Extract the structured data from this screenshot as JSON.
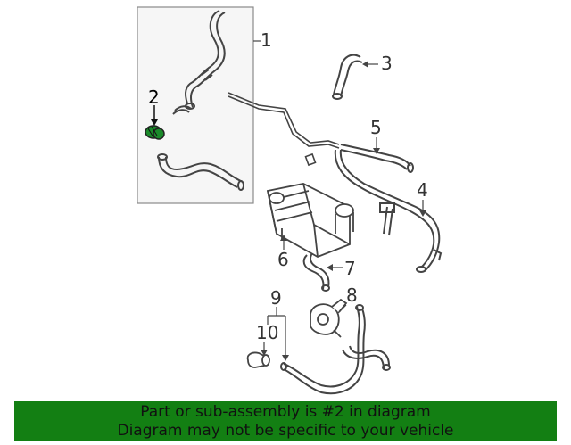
{
  "diagram": {
    "callouts": [
      "1",
      "2",
      "3",
      "4",
      "5",
      "6",
      "7",
      "8",
      "9",
      "10"
    ],
    "highlight_part": "2",
    "colors": {
      "line": "#444444",
      "box_border": "#8a8a8a",
      "box_fill": "#f6f6f6",
      "highlight": "#1a8a2a"
    }
  },
  "footer": {
    "line1": "Part or sub-assembly is #2 in diagram",
    "line2": "Diagram may not be specific to your vehicle",
    "background": "#137f13"
  }
}
